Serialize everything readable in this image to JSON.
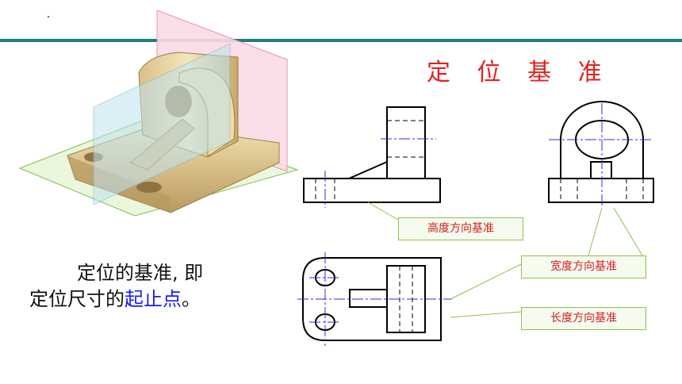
{
  "title": "定 位 基 准",
  "description": {
    "line1": "定位的基准, 即",
    "line2_prefix": "定位尺寸的",
    "line2_highlight": "起止点",
    "line2_suffix": "。"
  },
  "labels": {
    "height_datum": "高度方向基准",
    "width_datum": "宽度方向基准",
    "length_datum": "长度方向基准"
  },
  "colors": {
    "title": "#e0231f",
    "highlight": "#1a1aff",
    "label_border": "#8bc34a",
    "label_text": "#d41e1e",
    "center_line": "#2f2fcf",
    "header_line": "#1f7f7f"
  }
}
